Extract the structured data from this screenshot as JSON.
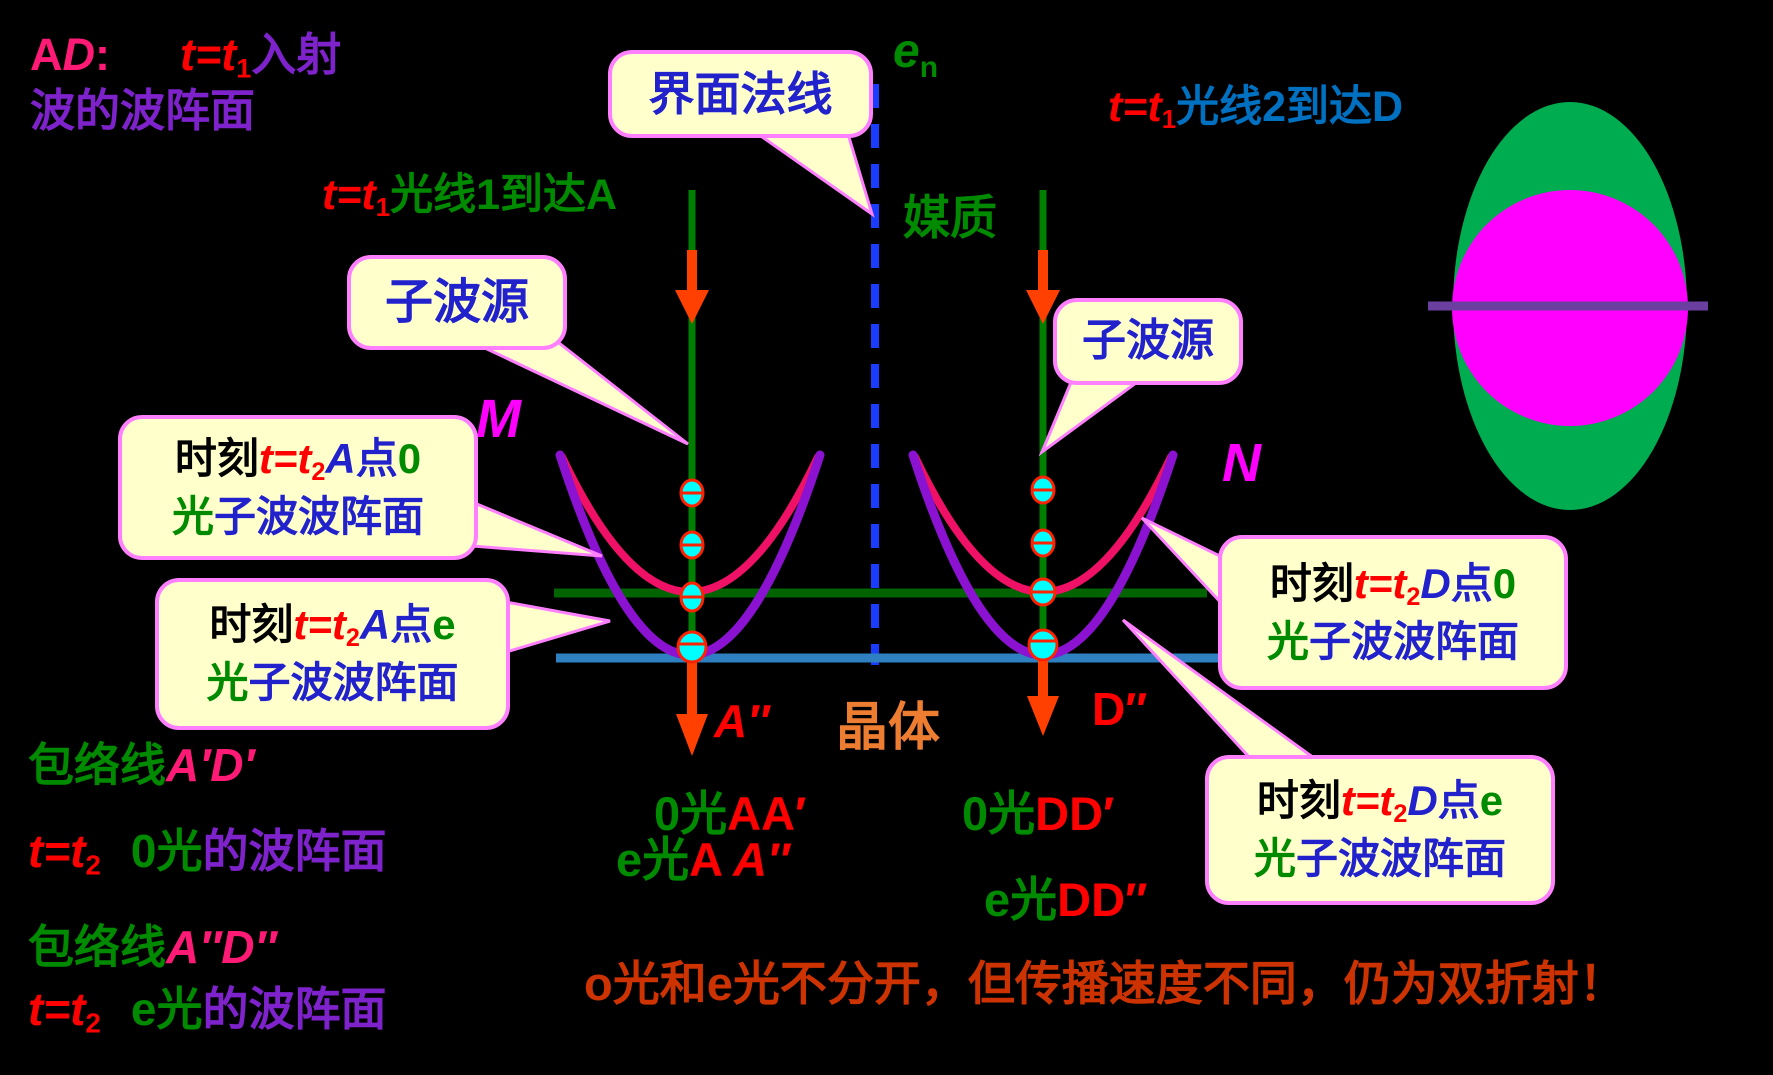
{
  "colors": {
    "background": "#000000",
    "callout_bg": "#FFFFCC",
    "callout_border": "#FF80FF",
    "callout_text_blue": "#2222CC",
    "green_text": "#008A00",
    "red_text": "#FF0000",
    "purple_text": "#7E22CC",
    "pink_text": "#FF1A75",
    "magenta_text": "#FF00FF",
    "crystal_orange": "#ED7D31",
    "note_orange_red": "#CC3300",
    "ray2_blue": "#0070C0",
    "o_wavelet_curve": "#EE1166",
    "e_wavelet_curve": "#8A12D0",
    "o_wavefront_line": "#006400",
    "e_wavefront_line": "#2E80C0",
    "ray_green": "#008000",
    "arrow_orange": "#FF4000",
    "normal_dashed_blue": "#1A3CFF",
    "wavelet_fill": "#00FFFF",
    "wavelet_rim": "#FF2200",
    "index_ellipse_green": "#00AC50",
    "index_circle_magenta": "#FF00FF",
    "optic_axis_purple": "#6A3FA0"
  },
  "incident": {
    "a": "A",
    "d": "D",
    "colon": ":",
    "teq": "t=t",
    "sub": "1",
    "suffix": "入射",
    "line2": "波的波阵面"
  },
  "ray1": {
    "teq": "t=t",
    "sub": "1",
    "label": "光线1到达A"
  },
  "ray2": {
    "teq": "t=t",
    "sub": "1",
    "label": "光线2到达D"
  },
  "axis": {
    "e": "e",
    "sub": "n"
  },
  "medium": {
    "label": "媒质"
  },
  "callouts": {
    "normal": {
      "label": "界面法线"
    },
    "wavelet_left": {
      "label": "子波源"
    },
    "wavelet_right": {
      "label": "子波源"
    },
    "a_o": {
      "moment": "时刻",
      "teq": "t=t",
      "sub": "2",
      "point": "A",
      "dian": "点",
      "ray": "0",
      "guang": "光",
      "rest": "子波波阵面"
    },
    "a_e": {
      "moment": "时刻",
      "teq": "t=t",
      "sub": "2",
      "point": "A",
      "dian": "点",
      "ray": "e",
      "guang": "光",
      "rest": "子波波阵面"
    },
    "d_o": {
      "moment": "时刻",
      "teq": "t=t",
      "sub": "2",
      "point": "D",
      "dian": "点",
      "ray": "0",
      "guang": "光",
      "rest": "子波波阵面"
    },
    "d_e": {
      "moment": "时刻",
      "teq": "t=t",
      "sub": "2",
      "point": "D",
      "dian": "点",
      "ray": "e",
      "guang": "光",
      "rest": "子波波阵面"
    }
  },
  "points": {
    "m": "M",
    "n": "N",
    "a2": "A″",
    "d2": "D″"
  },
  "crystal": {
    "label": "晶体"
  },
  "rays_out": {
    "o_a": {
      "ray": "0",
      "guang": "光",
      "label": "AA′"
    },
    "o_d": {
      "ray": "0",
      "guang": "光",
      "label": "DD′"
    },
    "e_a": {
      "ray": "e",
      "guang": "光",
      "label_a": "A",
      "label_a2": "A″"
    },
    "e_d": {
      "ray": "e",
      "guang": "光",
      "label": "DD″"
    }
  },
  "envelopes": {
    "o": {
      "env": "包络线",
      "pts": "A′D′",
      "teq": "t=t",
      "sub": "2",
      "ray": "0",
      "guang": "光",
      "suffix": "的波阵面"
    },
    "e": {
      "env": "包络线",
      "pts": "A″D″",
      "teq": "t=t",
      "sub": "2",
      "ray": "e",
      "guang": "光",
      "suffix": "的波阵面"
    }
  },
  "note": {
    "label": "o光和e光不分开，但传播速度不同，仍为双折射！"
  }
}
